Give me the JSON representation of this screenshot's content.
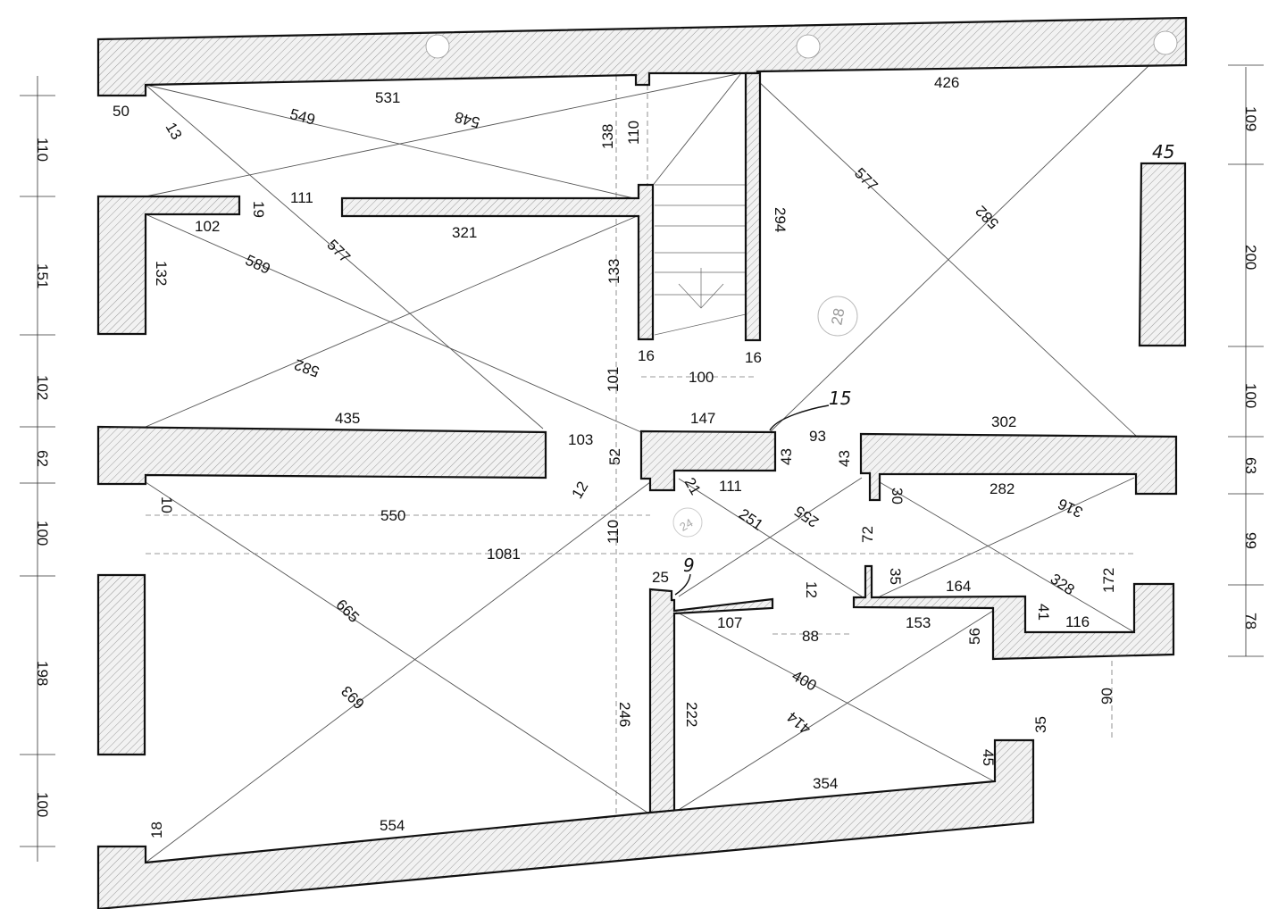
{
  "diagram": {
    "type": "architectural floor plan (hand-dimensioned)",
    "dimensions": {
      "d531": "531",
      "d549": "549",
      "d548": "548",
      "d13": "13",
      "d50": "50",
      "d138": "138",
      "d110a": "110",
      "d426": "426",
      "d577a": "577",
      "d582a": "582",
      "d294": "294",
      "d111a": "111",
      "d19": "19",
      "d102": "102",
      "d321": "321",
      "d132": "132",
      "d589": "589",
      "d577b": "577",
      "d133": "133",
      "d582b": "582",
      "d16a": "16",
      "d100a": "100",
      "d16b": "16",
      "d101": "101",
      "d435": "435",
      "d103": "103",
      "d147": "147",
      "d93": "93",
      "d302": "302",
      "d52": "52",
      "d43a": "43",
      "d43b": "43",
      "d12a": "12",
      "d21": "21",
      "d111b": "111",
      "d30": "30",
      "d282": "282",
      "d10": "10",
      "d550": "550",
      "d251": "251",
      "d255": "255",
      "d316": "316",
      "d110b": "110",
      "d72": "72",
      "d1081": "1081",
      "d25": "25",
      "d12b": "12",
      "d35a": "35",
      "d164": "164",
      "d328": "328",
      "d172": "172",
      "d665": "665",
      "d107": "107",
      "d88": "88",
      "d153": "153",
      "d41": "41",
      "d116": "116",
      "d56": "56",
      "d400": "400",
      "d414": "414",
      "d693": "693",
      "d246": "246",
      "d222": "222",
      "d90": "90",
      "d35b": "35",
      "d45a": "45",
      "d354": "354",
      "d554": "554",
      "d18": "18"
    },
    "left_ruler": [
      "110",
      "151",
      "102",
      "62",
      "100",
      "198",
      "100"
    ],
    "right_ruler": [
      "109",
      "200",
      "100",
      "63",
      "99",
      "78"
    ],
    "handwritten": {
      "h45": "45",
      "h15": "15",
      "h9": "9",
      "circle_top": "28",
      "circle_mid": "24"
    }
  }
}
